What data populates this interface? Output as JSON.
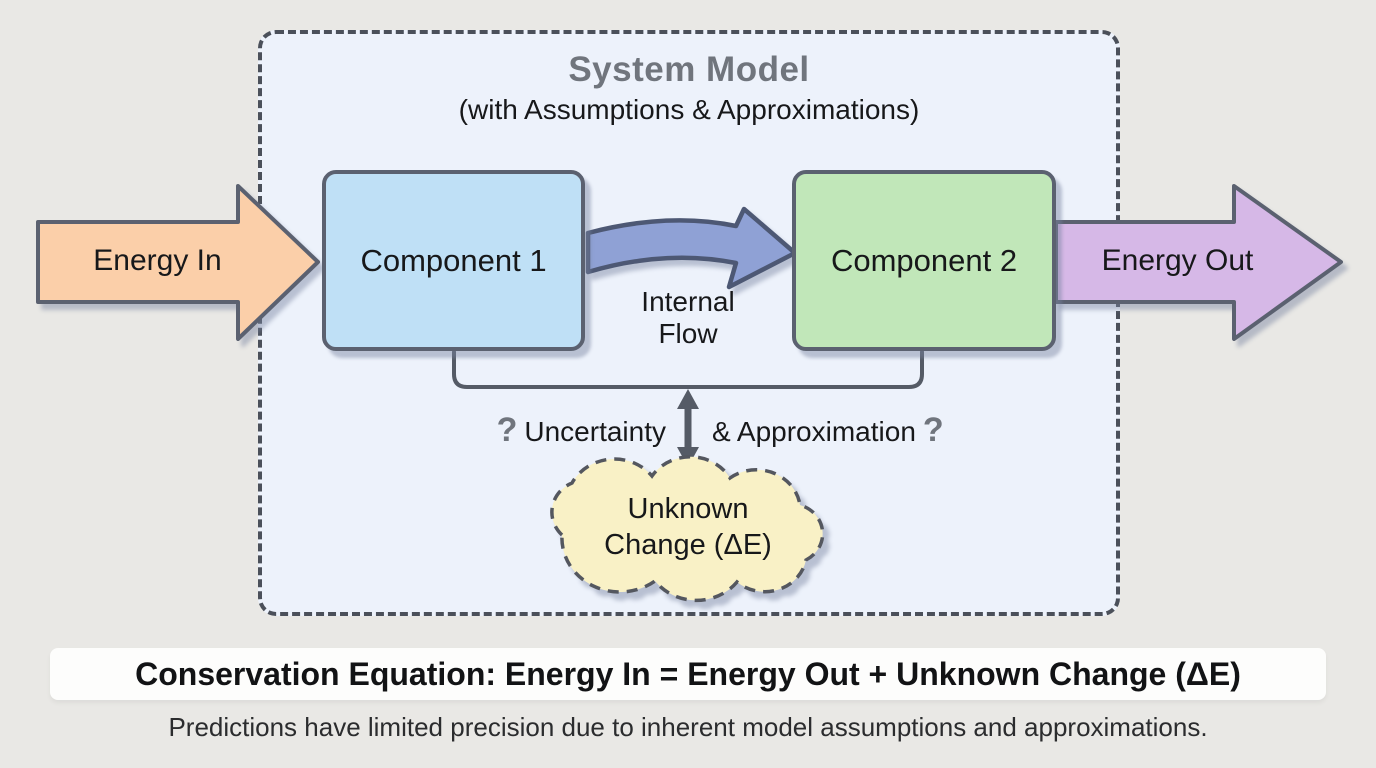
{
  "colors": {
    "page_bg": "#e9e8e5",
    "system_fill": "#edf2fb",
    "dashed_border": "#4b505a",
    "energy_in": "#fbcfa9",
    "energy_out": "#d6b8e7",
    "component1": "#bfe0f6",
    "component2": "#c1e7b9",
    "internal_flow": "#8fa1d5",
    "cloud": "#f9f1c6",
    "shape_outline": "#5b6170",
    "connector": "#555b66",
    "title_gray": "#70757d",
    "text_dark": "#17181a"
  },
  "system_model": {
    "title": "System Model",
    "subtitle": "(with Assumptions & Approximations)"
  },
  "flow": {
    "energy_in_label": "Energy In",
    "component1_label": "Component 1",
    "internal_flow_line1": "Internal",
    "internal_flow_line2": "Flow",
    "component2_label": "Component 2",
    "energy_out_label": "Energy Out"
  },
  "uncertainty": {
    "left_qmark": "?",
    "left_label": "Uncertainty",
    "right_label": "& Approximation",
    "right_qmark": "?"
  },
  "cloud": {
    "line1": "Unknown",
    "line2": "Change (ΔE)"
  },
  "footer": {
    "equation": "Conservation Equation: Energy In = Energy Out + Unknown Change (ΔE)",
    "caption": "Predictions have limited precision due to inherent model assumptions and approximations."
  }
}
